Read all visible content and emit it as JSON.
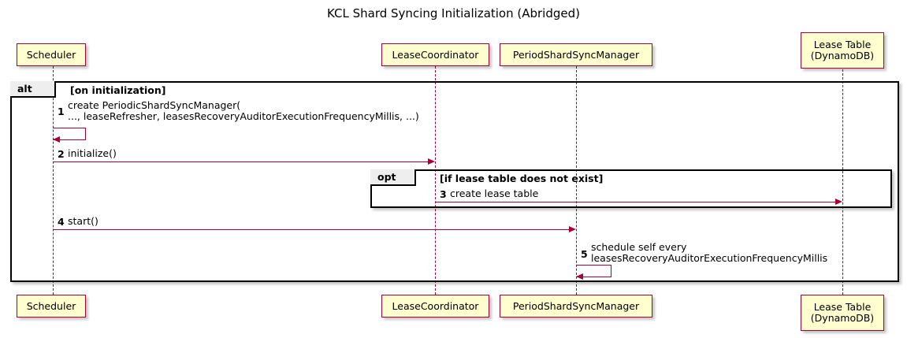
{
  "diagram": {
    "title": "KCL Shard Syncing Initialization (Abridged)",
    "type": "sequence-diagram",
    "colors": {
      "participant_fill": "#FEFECE",
      "participant_border": "#A80036",
      "arrow": "#A80036",
      "frame_border": "#000000",
      "frame_tab_fill": "#EEEEEE",
      "background": "#FFFFFF"
    }
  },
  "participants": [
    {
      "id": "scheduler",
      "label": "Scheduler"
    },
    {
      "id": "lease-coordinator",
      "label": "LeaseCoordinator"
    },
    {
      "id": "period-shard-sync-manager",
      "label": "PeriodShardSyncManager"
    },
    {
      "id": "lease-table",
      "label": "Lease Table\n(DynamoDB)"
    }
  ],
  "frames": [
    {
      "id": "alt-on-initialization",
      "keyword": "alt",
      "condition": "[on initialization]"
    },
    {
      "id": "opt-lease-table-missing",
      "keyword": "opt",
      "condition": "[if lease table does not exist]"
    }
  ],
  "messages": [
    {
      "number": "1",
      "text": "create PeriodicShardSyncManager(\n   ..., leaseRefresher, leasesRecoveryAuditorExecutionFrequencyMillis, ...)",
      "from": "scheduler",
      "to": "scheduler",
      "self": true
    },
    {
      "number": "2",
      "text": "initialize()",
      "from": "scheduler",
      "to": "lease-coordinator",
      "self": false
    },
    {
      "number": "3",
      "text": "create lease table",
      "from": "lease-coordinator",
      "to": "lease-table",
      "self": false
    },
    {
      "number": "4",
      "text": "start()",
      "from": "scheduler",
      "to": "period-shard-sync-manager",
      "self": false
    },
    {
      "number": "5",
      "text": "schedule self every\n  leasesRecoveryAuditorExecutionFrequencyMillis",
      "from": "period-shard-sync-manager",
      "to": "period-shard-sync-manager",
      "self": true
    }
  ]
}
